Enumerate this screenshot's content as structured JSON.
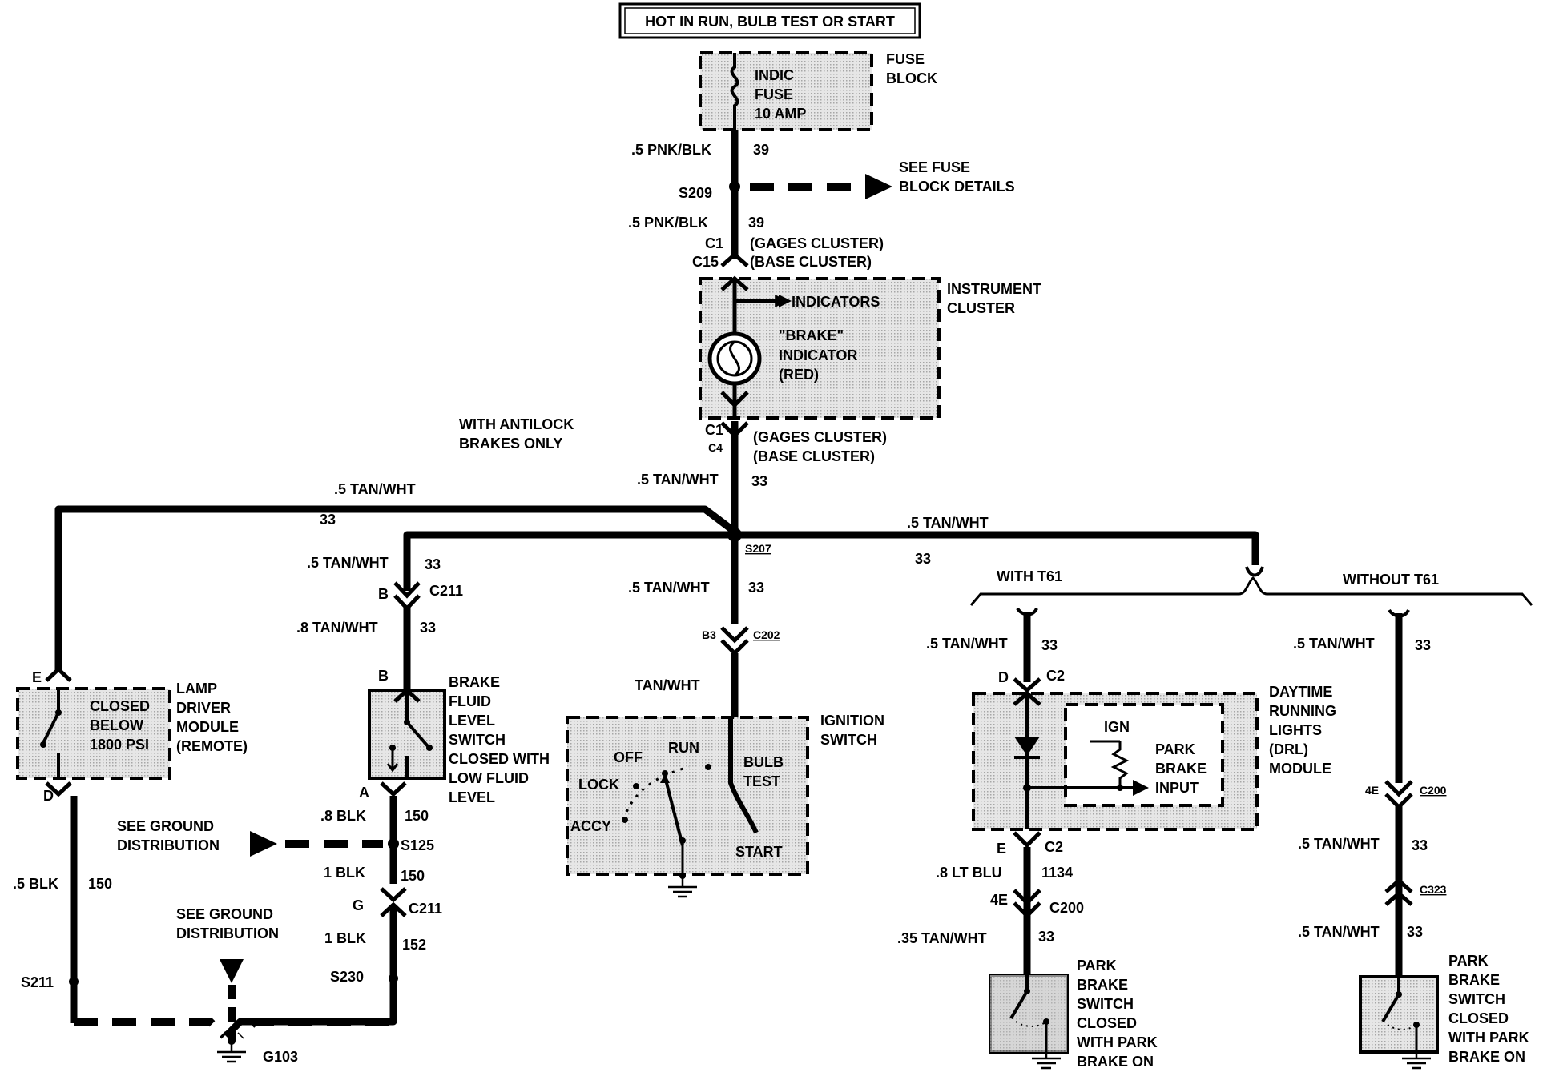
{
  "header": {
    "title": "HOT IN RUN, BULB TEST OR START"
  },
  "fuse_block": {
    "name_line1": "FUSE",
    "name_line2": "BLOCK",
    "fuse_line1": "INDIC",
    "fuse_line2": "FUSE",
    "fuse_line3": "10 AMP"
  },
  "fuse_out": {
    "wire": ".5 PNK/BLK",
    "circuit": "39"
  },
  "s209": {
    "label": "S209",
    "see_line1": "SEE FUSE",
    "see_line2": "BLOCK DETAILS"
  },
  "to_cluster": {
    "wire": ".5 PNK/BLK",
    "circuit": "39"
  },
  "cluster_in_conn": {
    "c1": "C1",
    "c15": "C15",
    "gages": "(GAGES CLUSTER)",
    "base": "(BASE CLUSTER)"
  },
  "instrument_cluster": {
    "name_line1": "INSTRUMENT",
    "name_line2": "CLUSTER",
    "indicators": "INDICATORS",
    "brake_line1": "\"BRAKE\"",
    "brake_line2": "INDICATOR",
    "brake_line3": "(RED)"
  },
  "cluster_out_conn": {
    "c1": "C1",
    "c4": "C4",
    "gages": "(GAGES CLUSTER)",
    "base": "(BASE CLUSTER)"
  },
  "antilock_note": {
    "line1": "WITH ANTILOCK",
    "line2": "BRAKES ONLY"
  },
  "trunk": {
    "wire": ".5 TAN/WHT",
    "circuit": "33"
  },
  "left_branch": {
    "wire": ".5 TAN/WHT",
    "circuit": "33"
  },
  "s207": {
    "label": "S207"
  },
  "right_branch": {
    "wire": ".5 TAN/WHT",
    "circuit": "33"
  },
  "lamp_driver": {
    "pin_top": "E",
    "pin_bottom": "D",
    "contact_line1": "CLOSED",
    "contact_line2": "BELOW",
    "contact_line3": "1800 PSI",
    "name_line1": "LAMP",
    "name_line2": "DRIVER",
    "name_line3": "MODULE",
    "name_line4": "(REMOTE)"
  },
  "brake_fluid_branch": {
    "wire1": ".5 TAN/WHT",
    "circuit1": "33",
    "pin_b": "B",
    "conn": "C211",
    "wire2": ".8 TAN/WHT",
    "circuit2": "33",
    "pin_b2": "B"
  },
  "brake_fluid_switch": {
    "line1": "BRAKE",
    "line2": "FLUID",
    "line3": "LEVEL",
    "line4": "SWITCH",
    "line5": "CLOSED WITH",
    "line6": "LOW FLUID",
    "line7": "LEVEL"
  },
  "ground_left": {
    "pin_a": "A",
    "wire1": ".8 BLK",
    "circuit1": "150",
    "see1_line1": "SEE GROUND",
    "see1_line2": "DISTRIBUTION",
    "s125": "S125",
    "wire2": "1 BLK",
    "circuit2": "150",
    "pin_g": "G",
    "conn": "C211",
    "wire3": "1 BLK",
    "circuit3": "152",
    "s230": "S230",
    "see2_line1": "SEE GROUND",
    "see2_line2": "DISTRIBUTION",
    "lamp_wire": ".5 BLK",
    "lamp_circuit": "150",
    "s211": "S211",
    "g103": "G103"
  },
  "ignition_branch": {
    "wire1": ".5 TAN/WHT",
    "circuit1": "33",
    "b3": "B3",
    "conn": "C202",
    "wire2": "TAN/WHT"
  },
  "ignition_switch": {
    "name_line1": "IGNITION",
    "name_line2": "SWITCH",
    "off": "OFF",
    "run": "RUN",
    "lock": "LOCK",
    "accy": "ACCY",
    "bulb_line1": "BULB",
    "bulb_line2": "TEST",
    "start": "START"
  },
  "with_t61": {
    "label": "WITH T61",
    "wire1": ".5 TAN/WHT",
    "circuit1": "33",
    "pin_d": "D",
    "conn_c2": "C2",
    "pin_e": "E",
    "conn_c2b": "C2",
    "wire2": ".8 LT BLU",
    "circuit2": "1134",
    "pin_4e": "4E",
    "conn_c200": "C200",
    "wire3": ".35 TAN/WHT",
    "circuit3": "33"
  },
  "drl_module": {
    "name_line1": "DAYTIME",
    "name_line2": "RUNNING",
    "name_line3": "LIGHTS",
    "name_line4": "(DRL)",
    "name_line5": "MODULE",
    "ign": "IGN",
    "park_line1": "PARK",
    "park_line2": "BRAKE",
    "park_line3": "INPUT"
  },
  "park_switch_left": {
    "line1": "PARK",
    "line2": "BRAKE",
    "line3": "SWITCH",
    "line4": "CLOSED",
    "line5": "WITH PARK",
    "line6": "BRAKE ON"
  },
  "without_t61": {
    "label": "WITHOUT T61",
    "wire1": ".5 TAN/WHT",
    "circuit1": "33",
    "pin_4e": "4E",
    "conn_c200": "C200",
    "wire2": ".5 TAN/WHT",
    "circuit2": "33",
    "conn_c323": "C323",
    "wire3": ".5 TAN/WHT",
    "circuit3": "33"
  },
  "park_switch_right": {
    "line1": "PARK",
    "line2": "BRAKE",
    "line3": "SWITCH",
    "line4": "CLOSED",
    "line5": "WITH PARK",
    "line6": "BRAKE ON"
  }
}
